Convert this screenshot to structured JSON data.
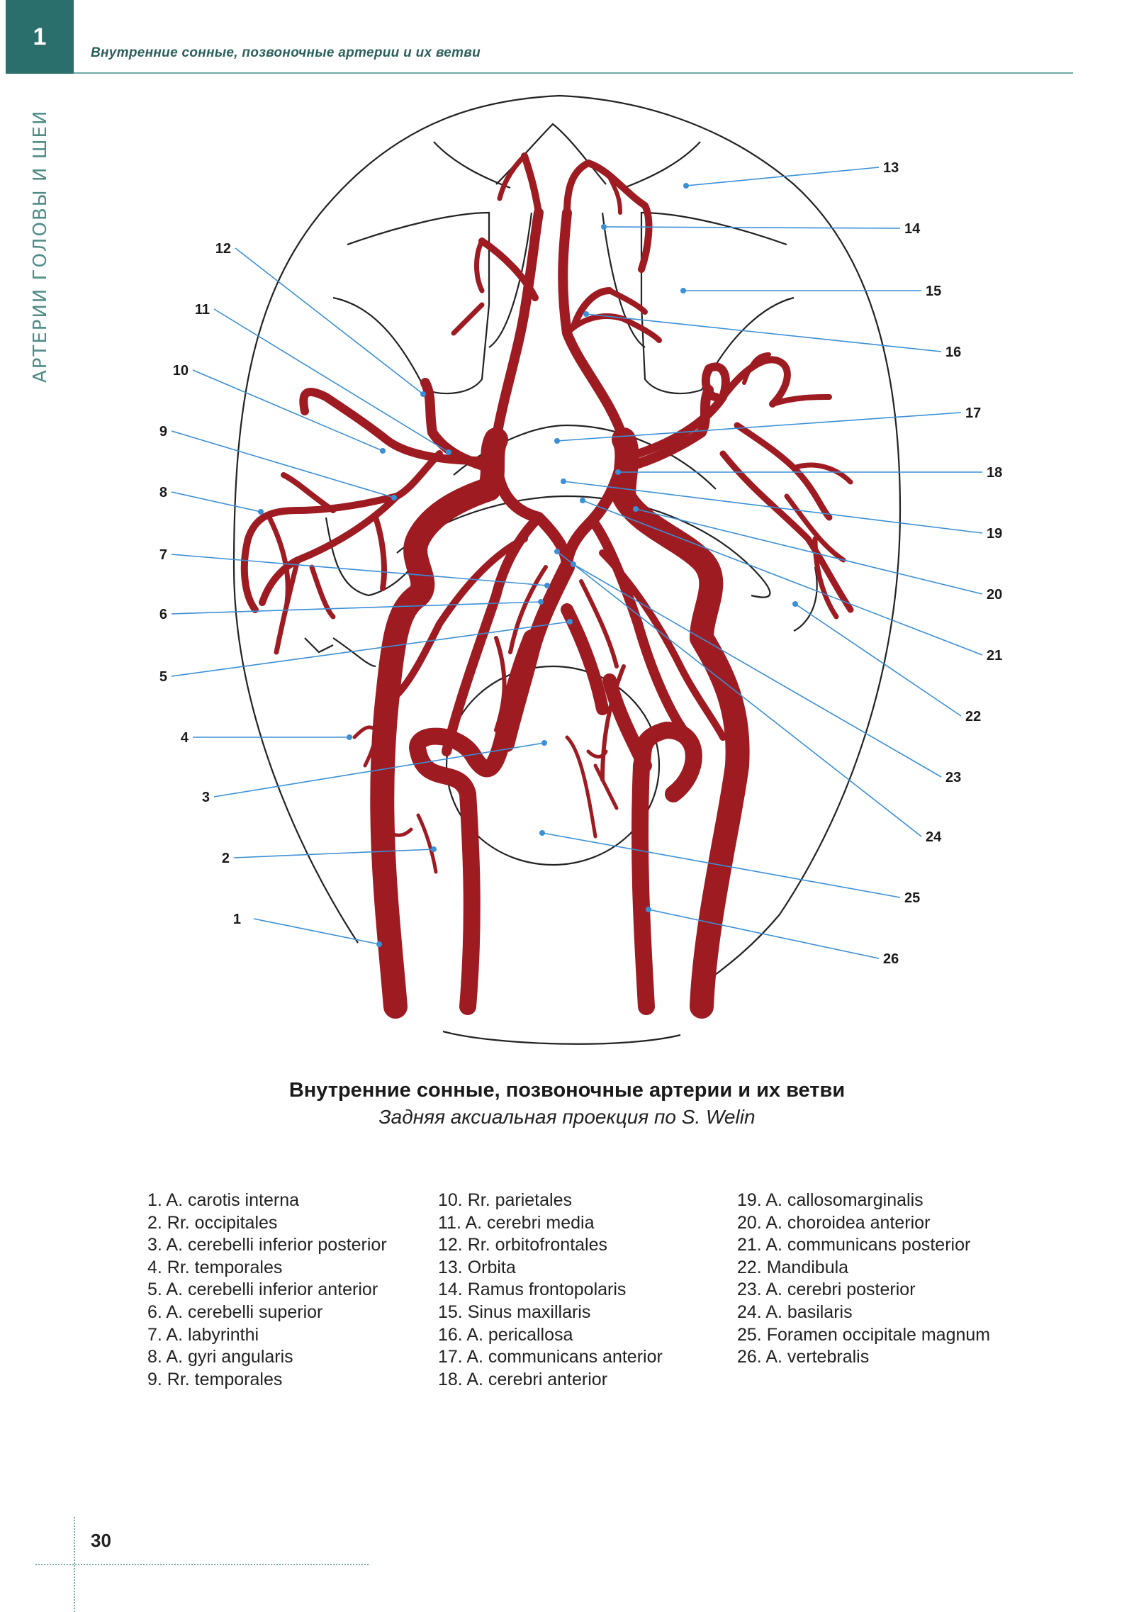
{
  "header": {
    "chapter": "1",
    "title": "Внутренние сонные, позвоночные артерии и их ветви",
    "side_title": "АРТЕРИИ ГОЛОВЫ И ШЕИ"
  },
  "figure": {
    "caption_title": "Внутренние сонные, позвоночные артерии и их ветви",
    "caption_subtitle": "Задняя аксиальная проекция по S. Welin"
  },
  "callouts": {
    "left": [
      "1",
      "2",
      "3",
      "4",
      "5",
      "6",
      "7",
      "8",
      "9",
      "10",
      "11",
      "12"
    ],
    "right": [
      "13",
      "14",
      "15",
      "16",
      "17",
      "18",
      "19",
      "20",
      "21",
      "22",
      "23",
      "24",
      "25",
      "26"
    ]
  },
  "legend": {
    "col1": [
      "1. A. carotis interna",
      "2. Rr. occipitales",
      "3. A. cerebelli inferior posterior",
      "4. Rr. temporales",
      "5. A. cerebelli inferior  anterior",
      "6. A. cerebelli superior",
      "7. A. labyrinthi",
      "8. A. gyri angularis",
      "9. Rr. temporales"
    ],
    "col2": [
      "10. Rr. parietales",
      "11. A. cerebri media",
      "12. Rr. orbitofrontales",
      "13. Orbita",
      "14. Ramus frontopolaris",
      "15. Sinus maxillaris",
      "16. A. pericallosa",
      "17. A. communicans anterior",
      "18. A. cerebri anterior"
    ],
    "col3": [
      "19. A. callosomarginalis",
      "20. A. choroidea anterior",
      "21. A. communicans posterior",
      "22. Mandibula",
      "23. A. cerebri posterior",
      "24. A. basilaris",
      "25. Foramen occipitale magnum",
      "26. A. vertebralis"
    ]
  },
  "page_number": "30",
  "colors": {
    "artery": "#9e1b22",
    "leader": "#3a8fd6",
    "accent": "#2b6f6c"
  }
}
